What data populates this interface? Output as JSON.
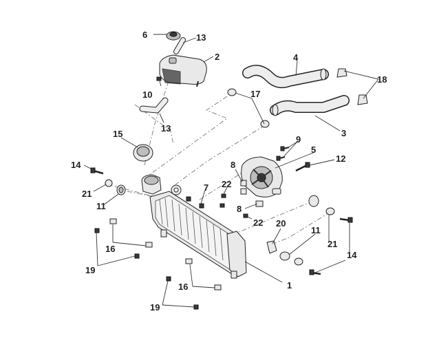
{
  "callouts": [
    {
      "id": "1",
      "label": "1"
    },
    {
      "id": "2",
      "label": "2"
    },
    {
      "id": "3",
      "label": "3"
    },
    {
      "id": "4",
      "label": "4"
    },
    {
      "id": "5",
      "label": "5"
    },
    {
      "id": "6",
      "label": "6"
    },
    {
      "id": "7",
      "label": "7"
    },
    {
      "id": "8a",
      "label": "8"
    },
    {
      "id": "8b",
      "label": "8"
    },
    {
      "id": "9",
      "label": "9"
    },
    {
      "id": "10",
      "label": "10"
    },
    {
      "id": "11a",
      "label": "11"
    },
    {
      "id": "11b",
      "label": "11"
    },
    {
      "id": "12",
      "label": "12"
    },
    {
      "id": "13a",
      "label": "13"
    },
    {
      "id": "13b",
      "label": "13"
    },
    {
      "id": "14a",
      "label": "14"
    },
    {
      "id": "14b",
      "label": "14"
    },
    {
      "id": "15",
      "label": "15"
    },
    {
      "id": "16a",
      "label": "16"
    },
    {
      "id": "16b",
      "label": "16"
    },
    {
      "id": "17",
      "label": "17"
    },
    {
      "id": "18",
      "label": "18"
    },
    {
      "id": "19a",
      "label": "19"
    },
    {
      "id": "19b",
      "label": "19"
    },
    {
      "id": "20",
      "label": "20"
    },
    {
      "id": "21a",
      "label": "21"
    },
    {
      "id": "21b",
      "label": "21"
    },
    {
      "id": "22a",
      "label": "22"
    },
    {
      "id": "22b",
      "label": "22"
    }
  ]
}
